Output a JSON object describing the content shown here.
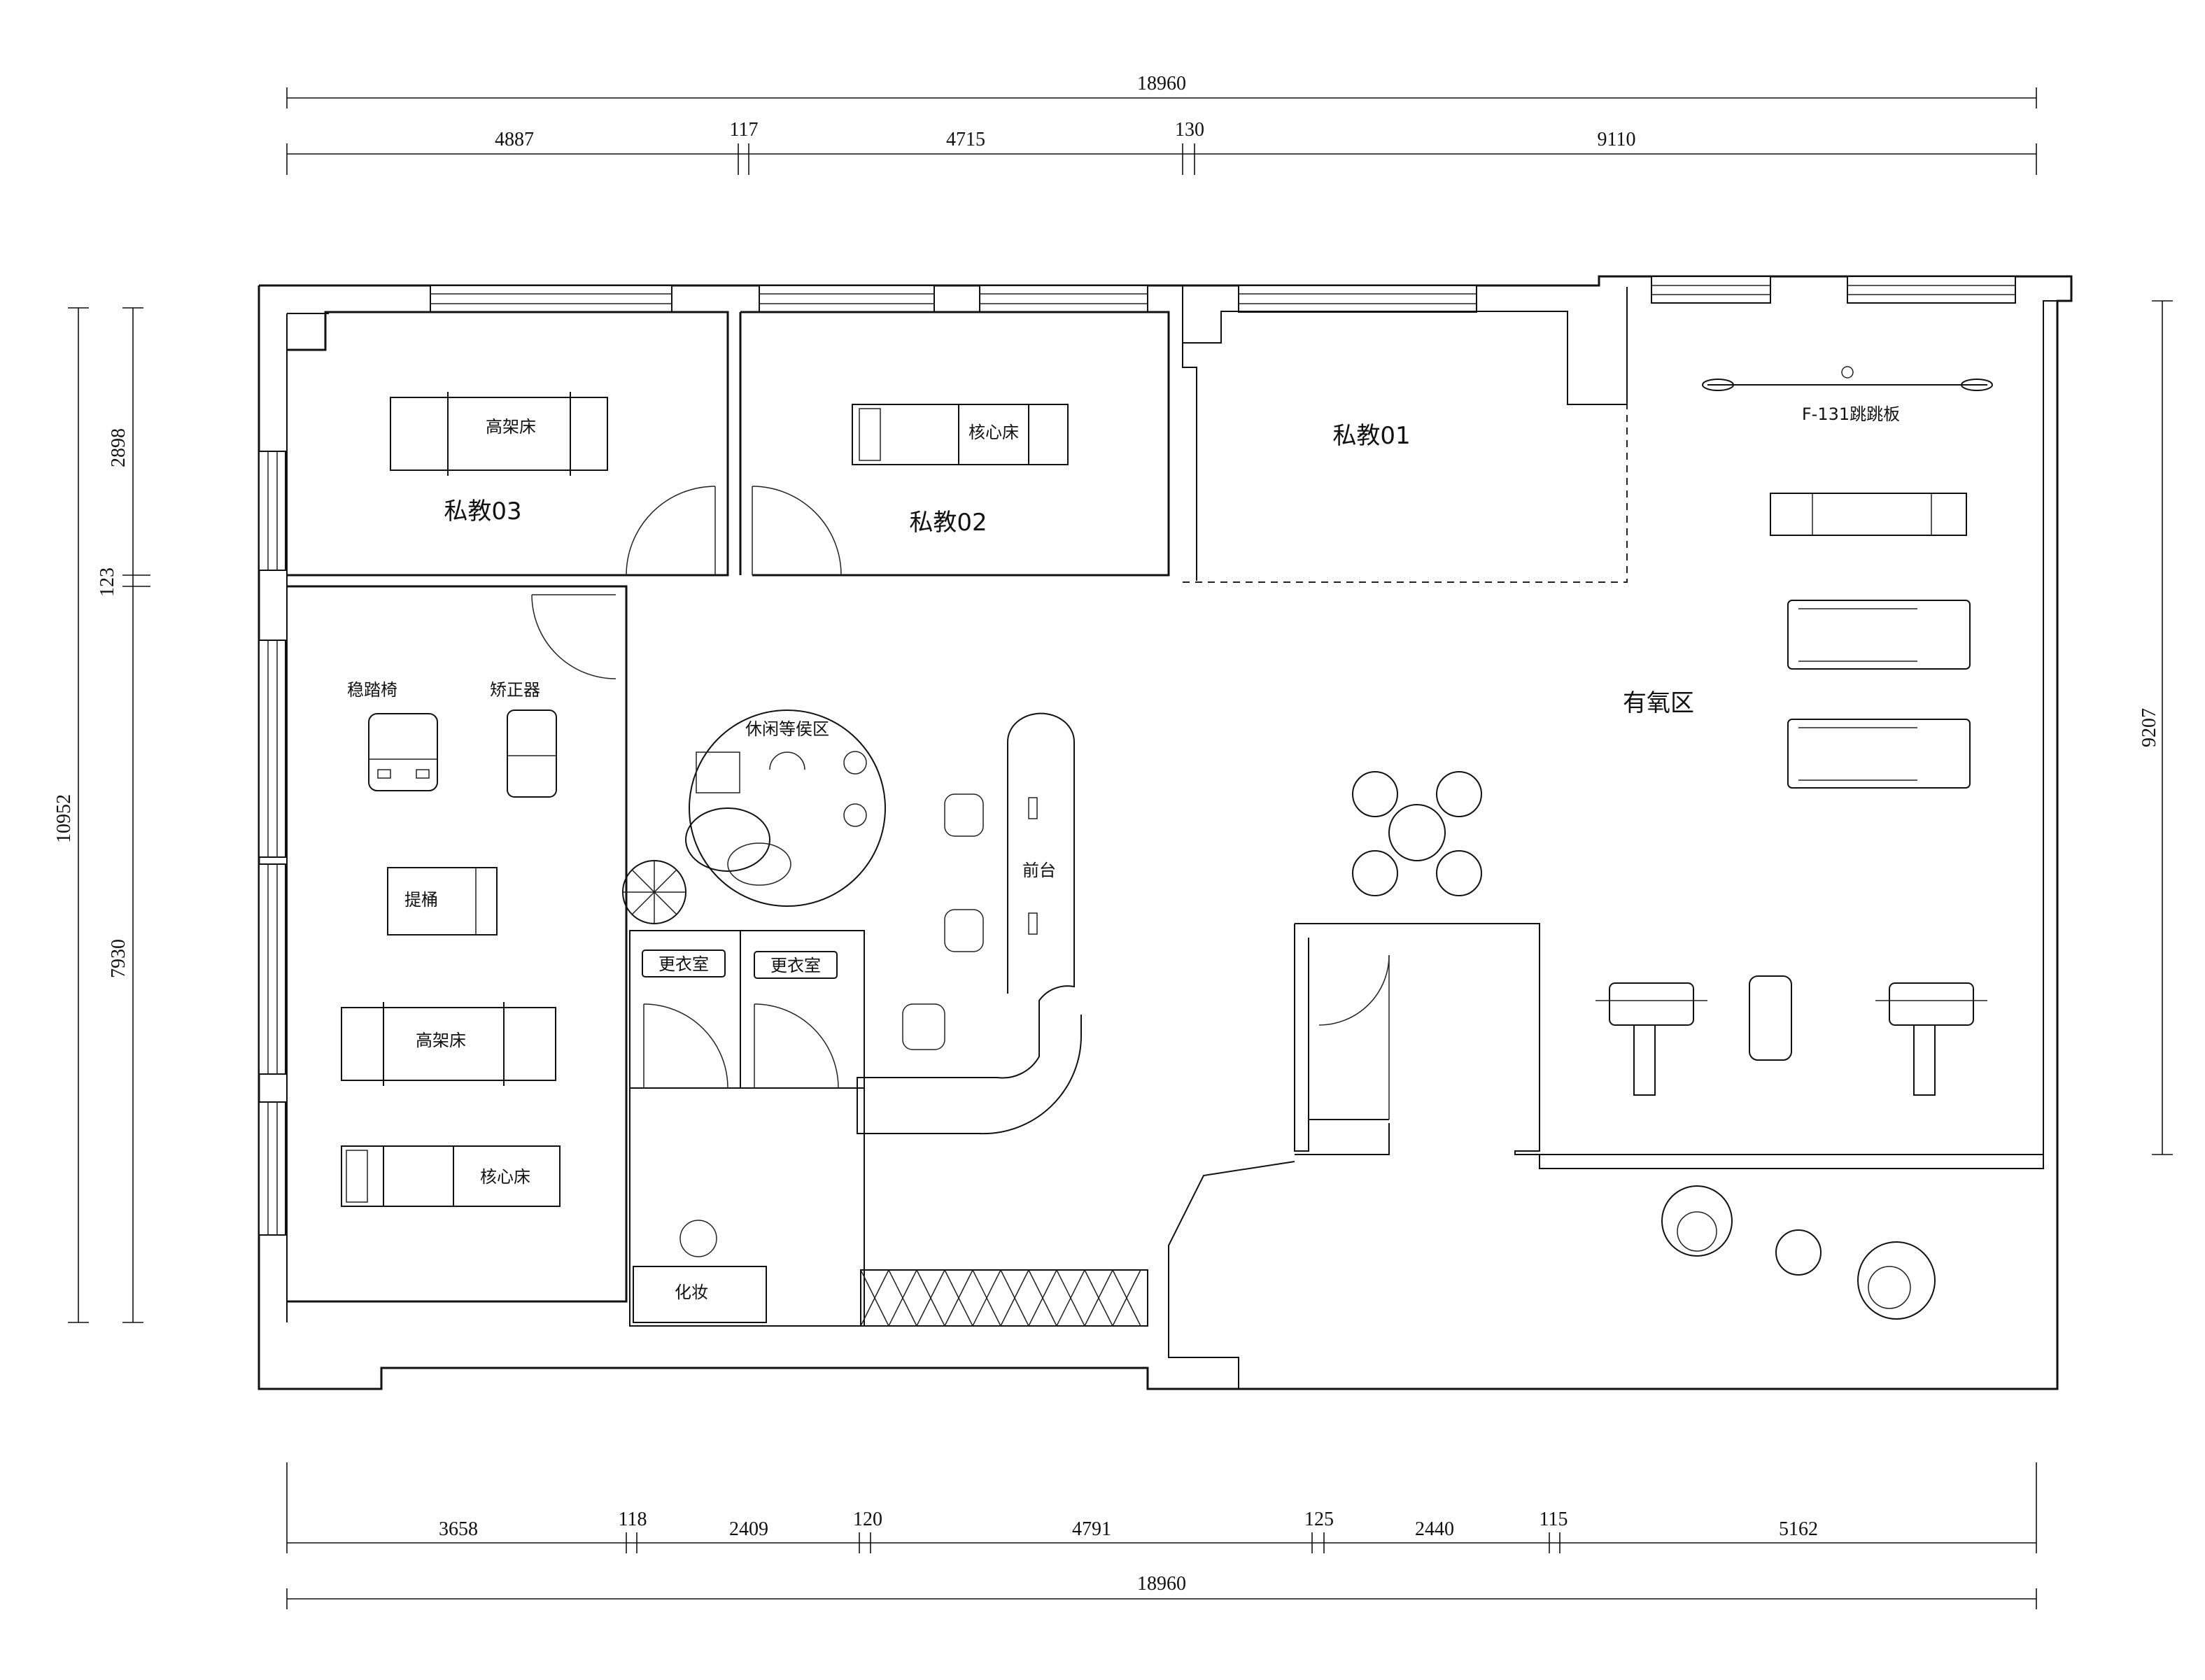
{
  "dimensions": {
    "top_total": "18960",
    "top_segments": [
      "4887",
      "117",
      "4715",
      "130",
      "9110"
    ],
    "bottom_total": "18960",
    "bottom_segments": [
      "3658",
      "118",
      "2409",
      "120",
      "4791",
      "125",
      "2440",
      "115",
      "5162"
    ],
    "left_total": "10952",
    "left_segments": [
      "2898",
      "123",
      "7930"
    ],
    "right_total": "9207"
  },
  "rooms": {
    "private_03": "私教03",
    "private_02": "私教02",
    "private_01": "私教01",
    "cardio_zone": "有氧区",
    "reception": "前台",
    "lounge": "休闲等侯区",
    "changing_room_1": "更衣室",
    "changing_room_2": "更衣室",
    "makeup": "化妆"
  },
  "equipment": {
    "high_bed_top": "高架床",
    "core_bed_top": "核心床",
    "stable_chair": "稳踏椅",
    "corrector": "矫正器",
    "barrel": "提桶",
    "high_bed_lower": "高架床",
    "core_bed_lower": "核心床",
    "jump_board": "F-131跳跳板"
  }
}
